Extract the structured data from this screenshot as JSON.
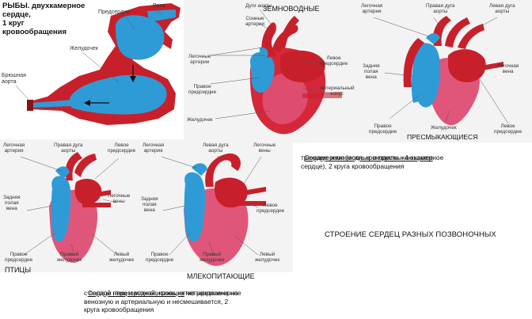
{
  "fish": {
    "title": "РЫБЫ. двухкамерное\nсердце,\n1 круг\nкровообращения",
    "labels": {
      "atrium": "Предсердие",
      "vein": "Вена",
      "ventricle": "Желудочек",
      "aorta": "Брюшная\nаорта"
    }
  },
  "amphibians": {
    "title": "ЗЕМНОВОДНЫЕ",
    "labels": {
      "aortic_arches": "Дуги аорты",
      "carotid": "Сонные\nартерии",
      "pulmonary": "Легочные\nартерии",
      "left_atrium": "Левое\nпредсердие",
      "right_atrium": "Правое\nпредсердие",
      "conus": "Артериальный\nконус",
      "ventricle": "Желудочек"
    }
  },
  "reptiles": {
    "title": "ПРЕСМЫКАЮЩИЕСЯ",
    "labels": {
      "pulm_artery": "Легочная\nартерия",
      "right_arch": "Правая дуга\nаорты",
      "left_arch": "Левая дуга\nаорты",
      "posterior_vena": "Задняя\nполая\nвена",
      "pulm_vein": "Легочная\nвена",
      "right_atrium": "Правое\nпредсердие",
      "ventricle": "Желудочек",
      "left_atrium": "Левое\nпредсердие"
    }
  },
  "birds": {
    "title": "ПТИЦЫ",
    "labels": {
      "pulm_artery": "Легочная\nартерия",
      "right_arch": "Правая дуга\nаорты",
      "left_atrium": "Левое\nпредсердие",
      "posterior_vena": "Задняя\nполая\nвена",
      "pulm_veins": "Легочные\nвены",
      "right_atrium": "Правое\nпредсердие",
      "right_ventricle": "Правый\nжелудочек",
      "left_ventricle": "Левый\nжелудочек"
    }
  },
  "mammals": {
    "title": "МЛЕКОПИТАЮЩИЕ",
    "labels": {
      "pulm_artery": "Легочная\nартерия",
      "left_arch": "Левая дуга\nаорты",
      "pulm_veins": "Легочные\nвены",
      "posterior_vena": "Задняя\nполая\nвена",
      "left_atrium": "Левое\nпредсердие",
      "right_atrium": "Правое\nпредсердие",
      "right_ventricle": "Правый\nжелудочек",
      "left_ventricle": "Левый\nжелудочек"
    }
  },
  "captions": {
    "amph_rept_lead": "Сердце земноводных и пресмыкающихся",
    "amph_rept_rest": "трехкамерное (искл. крокодилы - 4-хкамерное\nсердце), 2 круга кровообращения",
    "main_title": "СТРОЕНИЕ СЕРДЕЦ РАЗНЫХ ПОЗВОНОЧНЫХ",
    "birds_mammals_lead": "Сердце птиц и млекопитающих",
    "birds_mammals_rest_1": " четырехкамерное",
    "birds_mammals_rest_2": "с полной перегородкой, кровь четко разделена на\nвенозную и артериальную и несмешивается, 2\nкруга кровообращения"
  },
  "colors": {
    "venous": "#2f9bd6",
    "arterial": "#c8202a",
    "ventricle_pink": "#e0567a",
    "panel_bg": "#f3f3f3"
  }
}
